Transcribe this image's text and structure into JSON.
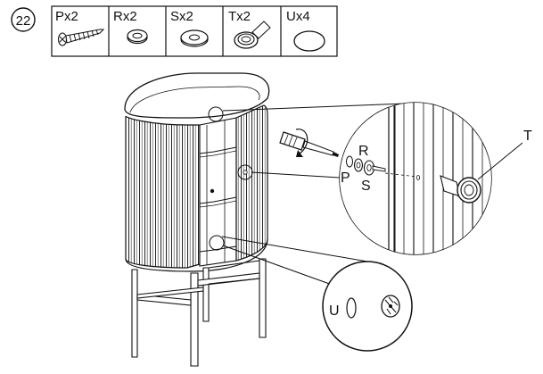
{
  "step": {
    "number": "22"
  },
  "parts": [
    {
      "label": "Px2",
      "icon": "screw-icon"
    },
    {
      "label": "Rx2",
      "icon": "lock-washer-icon"
    },
    {
      "label": "Sx2",
      "icon": "flat-washer-icon"
    },
    {
      "label": "Tx2",
      "icon": "cup-washer-icon"
    },
    {
      "label": "Ux4",
      "icon": "felt-pad-icon"
    }
  ],
  "callouts": {
    "detail_top": {
      "R": "R",
      "P": "P",
      "S": "S",
      "T": "T"
    },
    "detail_bottom": {
      "U": "U"
    }
  }
}
